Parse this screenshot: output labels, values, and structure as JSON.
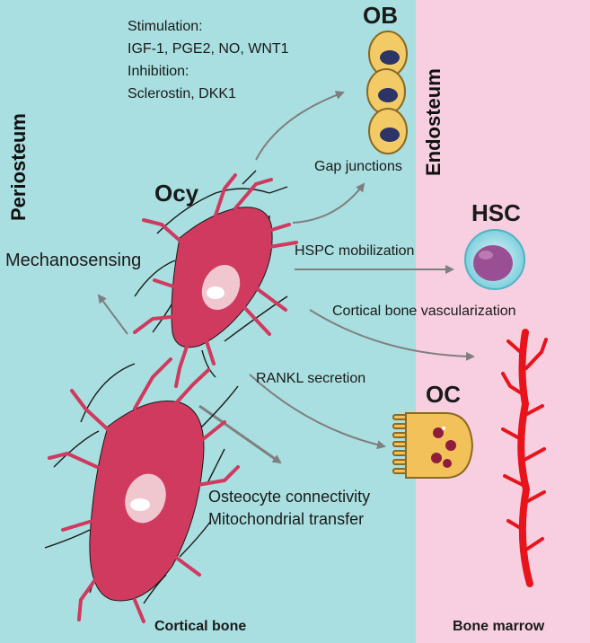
{
  "regions": {
    "left_bottom": "Cortical bone",
    "right_bottom": "Bone marrow",
    "left_side": "Periosteum",
    "right_side": "Endosteum"
  },
  "cells": {
    "ob": "OB",
    "ocy": "Ocy",
    "hsc": "HSC",
    "oc": "OC"
  },
  "regulation": {
    "stim_title": "Stimulation:",
    "stim_factors": "IGF-1, PGE2, NO, WNT1",
    "inhib_title": "Inhibition:",
    "inhib_factors": "Sclerostin, DKK1"
  },
  "processes": {
    "gap": "Gap junctions",
    "mechano": "Mechanosensing",
    "hspc": "HSPC mobilization",
    "vasc": "Cortical bone vascularization",
    "rankl": "RANKL secretion",
    "connectivity": "Osteocyte connectivity",
    "mito": "Mitochondrial transfer"
  },
  "colors": {
    "bone_bg": "#a9dfe0",
    "marrow_bg": "#f7cfe0",
    "osteocyte": "#cf3a5e",
    "vessel": "#e8141c",
    "arrow": "#7f7f7f"
  }
}
